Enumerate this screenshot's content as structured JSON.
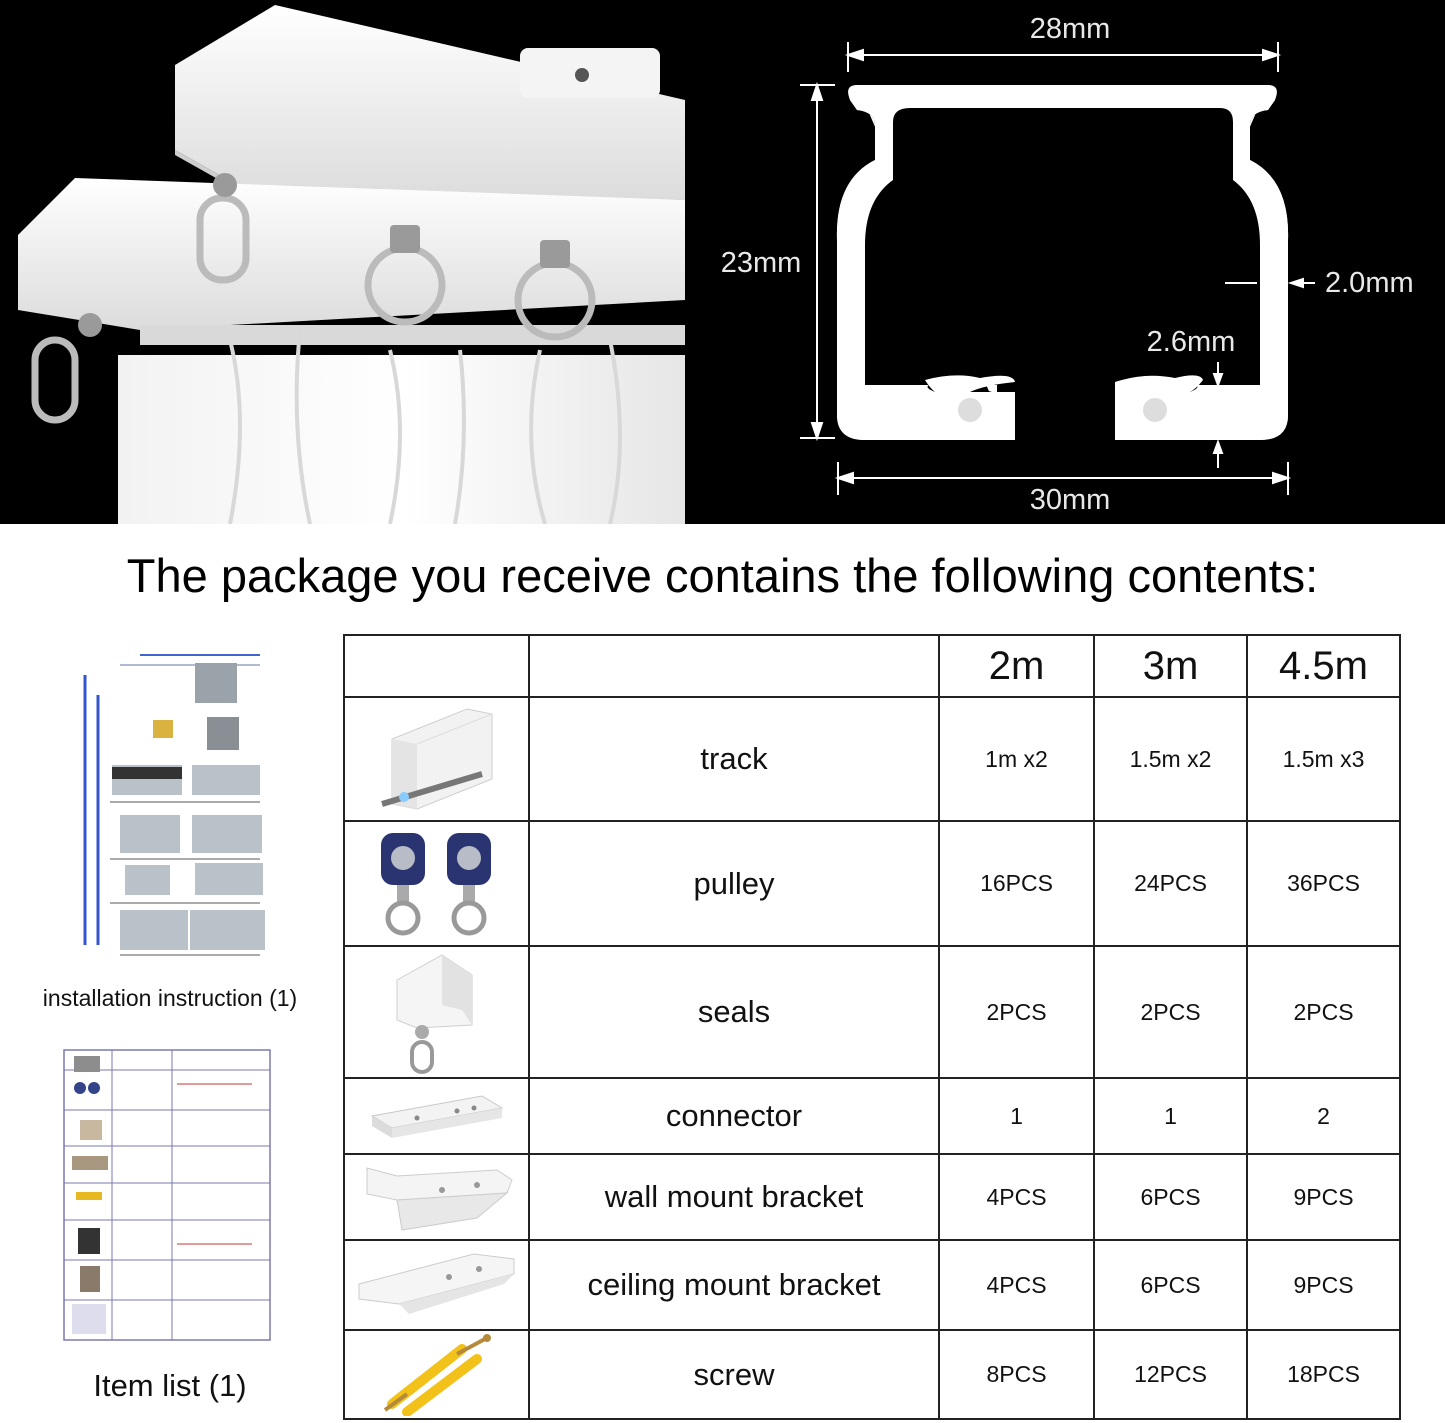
{
  "dimensions": {
    "top_width": "28mm",
    "height": "23mm",
    "wall": "2.0mm",
    "lip": "2.6mm",
    "bottom_width": "30mm"
  },
  "headline": "The package you receive contains the following contents:",
  "captions": {
    "installation": "installation instruction (1)",
    "item_list": "Item list (1)"
  },
  "table": {
    "headers": [
      "",
      "",
      "2m",
      "3m",
      "4.5m"
    ],
    "rows": [
      {
        "icon": "track-icon",
        "name": "track",
        "q2": "1m x2",
        "q3": "1.5m x2",
        "q45": "1.5m x3"
      },
      {
        "icon": "pulley-icon",
        "name": "pulley",
        "q2": "16PCS",
        "q3": "24PCS",
        "q45": "36PCS"
      },
      {
        "icon": "seal-icon",
        "name": "seals",
        "q2": "2PCS",
        "q3": "2PCS",
        "q45": "2PCS"
      },
      {
        "icon": "connector-icon",
        "name": "connector",
        "q2": "1",
        "q3": "1",
        "q45": "2"
      },
      {
        "icon": "wall-bracket-icon",
        "name": "wall mount bracket",
        "q2": "4PCS",
        "q3": "6PCS",
        "q45": "9PCS"
      },
      {
        "icon": "ceiling-bracket-icon",
        "name": "ceiling mount bracket",
        "q2": "4PCS",
        "q3": "6PCS",
        "q45": "9PCS"
      },
      {
        "icon": "screw-icon",
        "name": "screw",
        "q2": "8PCS",
        "q3": "12PCS",
        "q45": "18PCS"
      }
    ]
  }
}
